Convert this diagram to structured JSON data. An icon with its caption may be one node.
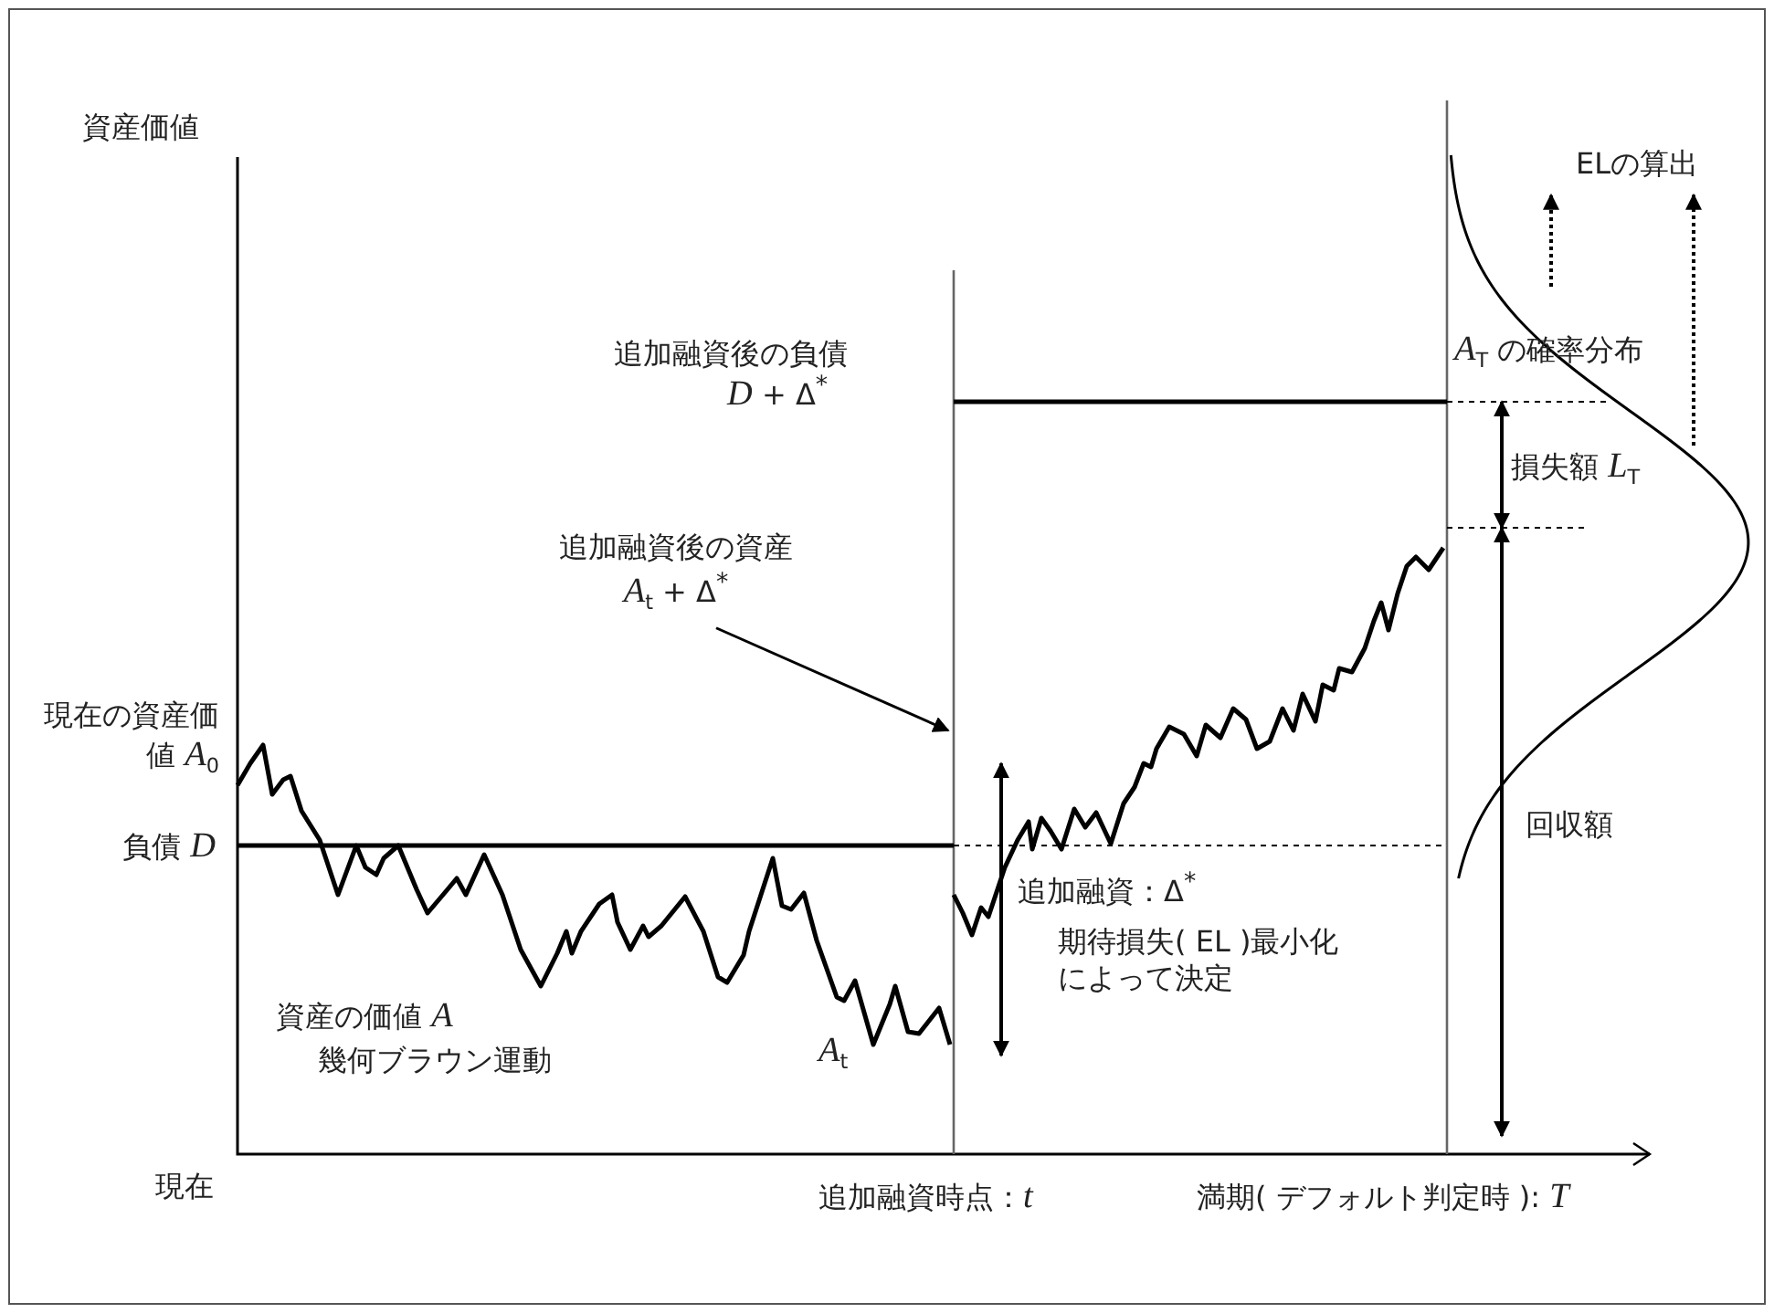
{
  "diagram": {
    "nodes": [
      {
        "text": [
          "ELの算出"
        ]
      },
      {
        "text": [
          "追加融資後の資産",
          "*A*$_{t}$ + Δ$^{*}$"
        ]
      }
    ],
    "edges": [
      {
        "from": 1,
        "to": null,
        "arrow": "to"
      },
      {
        "from": null,
        "to": 0,
        "arrow": "to",
        "style": "dashed"
      },
      {
        "from": null,
        "to": 0,
        "arrow": "to",
        "style": "dashed"
      }
    ],
    "labels": [
      "資産価値",
      "追加融資後の負債",
      "*D* + Δ$^{*}$",
      "*A*$_{T}$ の確率分布",
      "損失額 *L*$_{T}$",
      "現在の資産価値 *A*$_{0}$",
      "負債 *D*",
      "回収額",
      "追加融資：Δ$^{*}$",
      "期待損失( EL )最小化によって決定",
      "資産の価値 *A*",
      "幾何ブラウン運動",
      "*A*$_{t}$",
      "現在",
      "追加融資時点：*t*",
      "満期( デフォルト判定時 ): *T*"
    ]
  }
}
